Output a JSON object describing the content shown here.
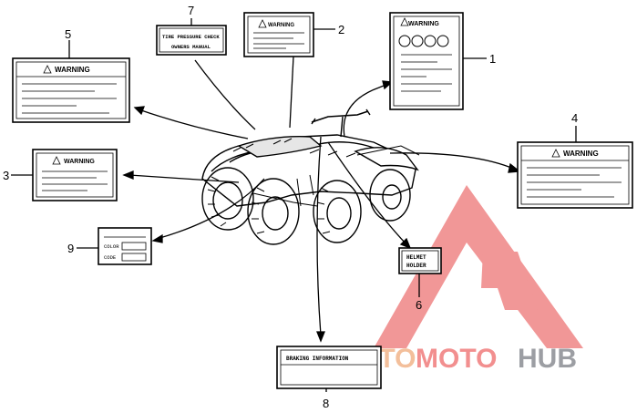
{
  "callouts": {
    "c1": "1",
    "c2": "2",
    "c3": "3",
    "c4": "4",
    "c5": "5",
    "c6": "6",
    "c7": "7",
    "c8": "8",
    "c9": "9"
  },
  "labels": {
    "warning": "WARNING",
    "tire": "TIRE PRESSURE CHECK",
    "owners": "OWNERS MANUAL",
    "braking": "BRAKING INFORMATION",
    "helmet_line1": "HELMET",
    "helmet_line2": "HOLDER",
    "color": "COLOR",
    "code": "CODE"
  },
  "watermark": {
    "brand_a": "AUTO",
    "brand_b": "MOTO",
    "brand_c": "HUB",
    "colors": {
      "auto": "#f2b48a",
      "moto": "#f07c7c",
      "hub": "#8b8e94",
      "triangle": "#ef8585"
    }
  }
}
